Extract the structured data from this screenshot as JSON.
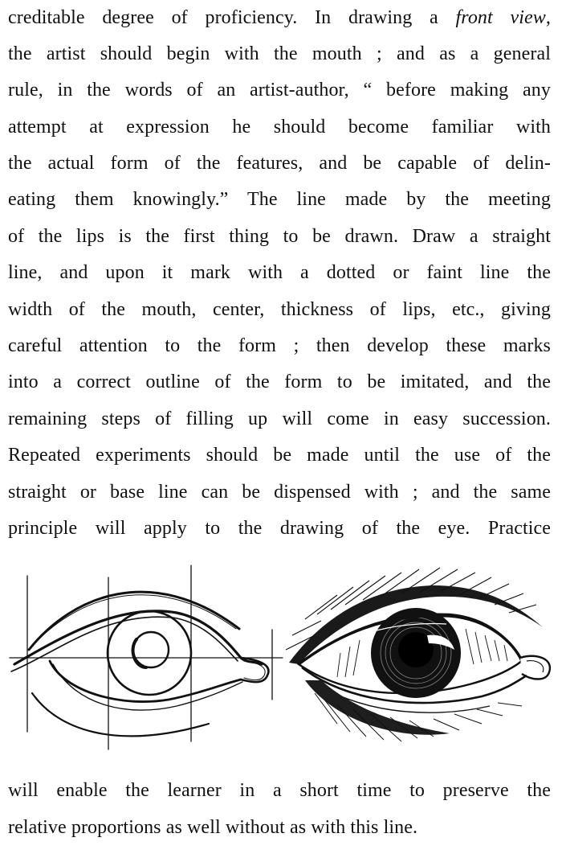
{
  "page": {
    "paragraph_1": {
      "lines": [
        {
          "before": "creditable degree of proficiency.   In drawing a ",
          "italic": "front view",
          "after": ","
        },
        {
          "text": "the artist should begin with the mouth ; and as a general"
        },
        {
          "text": "rule, in the words of an artist-author, “ before making any"
        },
        {
          "text": "attempt at expression he should become familiar with"
        },
        {
          "text": "the actual form of the features, and be capable of delin-"
        },
        {
          "text": "eating them knowingly.”   The line made by the meeting"
        },
        {
          "text": "of the lips is the first thing to be drawn.   Draw a straight"
        },
        {
          "text": "line, and upon it mark with a dotted or faint line the"
        },
        {
          "text": "width of the mouth, center, thickness of lips, etc., giving"
        },
        {
          "text": "careful attention to the form ; then develop these marks"
        },
        {
          "text": "into a correct outline of the form to be imitated, and the"
        },
        {
          "text": "remaining steps of filling up will come in easy succession."
        },
        {
          "text": "Repeated experiments should be made until the use of the"
        },
        {
          "text": "straight or base line can be dispensed with ; and the same"
        },
        {
          "text": "principle will apply to the drawing of the eye.   Practice"
        }
      ]
    },
    "figure": {
      "left_illustration": "eye outline drawing with construction grid lines",
      "right_illustration": "shaded engraving of an eye"
    },
    "paragraph_2": {
      "lines": [
        {
          "text": "will enable the learner in a short time to preserve the"
        },
        {
          "text": "relative proportions as well without as with this line."
        }
      ]
    }
  }
}
